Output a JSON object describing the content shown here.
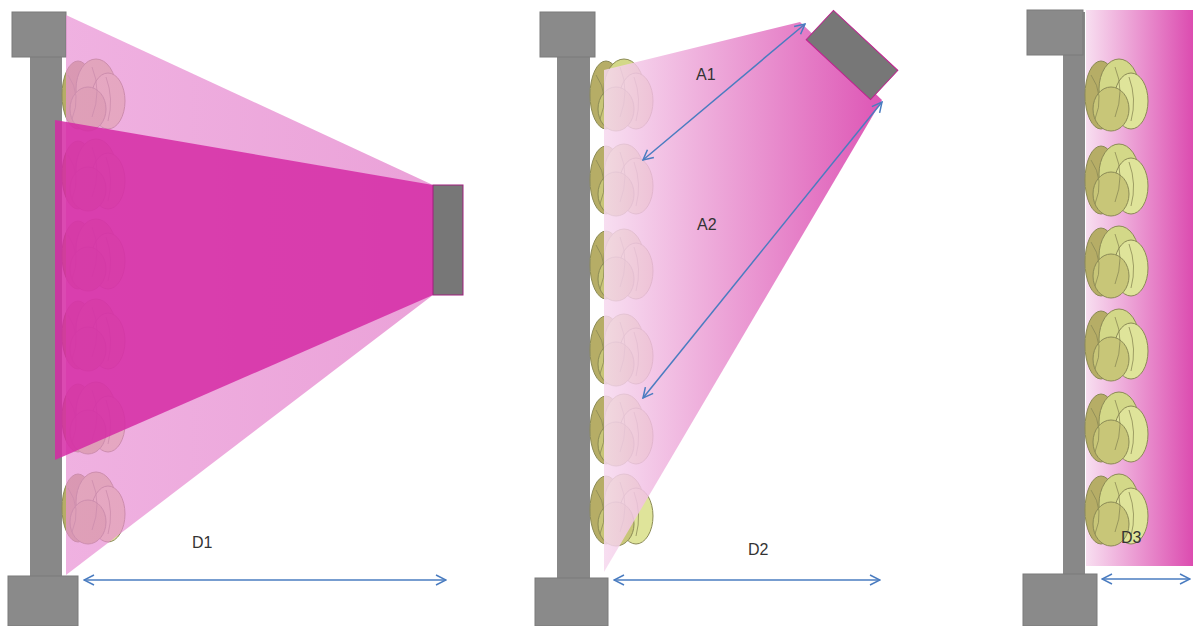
{
  "diagram": {
    "labels": [
      "D1",
      "A1",
      "A2",
      "D2",
      "D3"
    ]
  }
}
